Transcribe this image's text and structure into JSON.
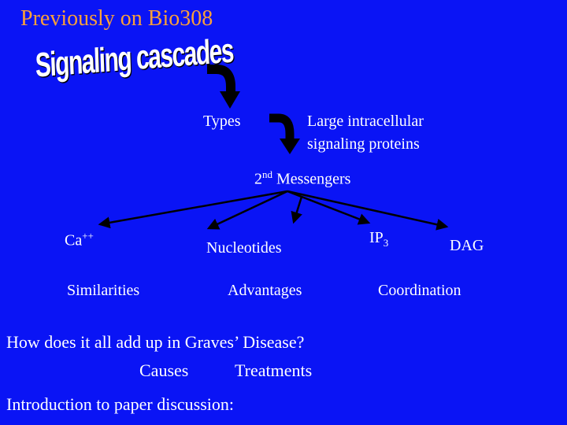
{
  "title": "Previously on Bio308",
  "wordart": "Signaling cascades",
  "types": "Types",
  "large": [
    "Large intracellular",
    "signaling proteins"
  ],
  "messengers": {
    "pre": "2",
    "sup": "nd",
    "post": " Messengers"
  },
  "children": {
    "ca": "Ca",
    "ca_sup": "++",
    "nucleotides": "Nucleotides",
    "ip": "IP",
    "ip_sub": "3",
    "dag": "DAG"
  },
  "row": [
    "Similarities",
    "Advantages",
    "Coordination"
  ],
  "graves": "How does it all add up in Graves’ Disease?",
  "causes": "Causes",
  "treatments": "Treatments",
  "intro": "Introduction to paper discussion:",
  "colors": {
    "background": "#0a14f5",
    "title": "#f9a03a"
  }
}
